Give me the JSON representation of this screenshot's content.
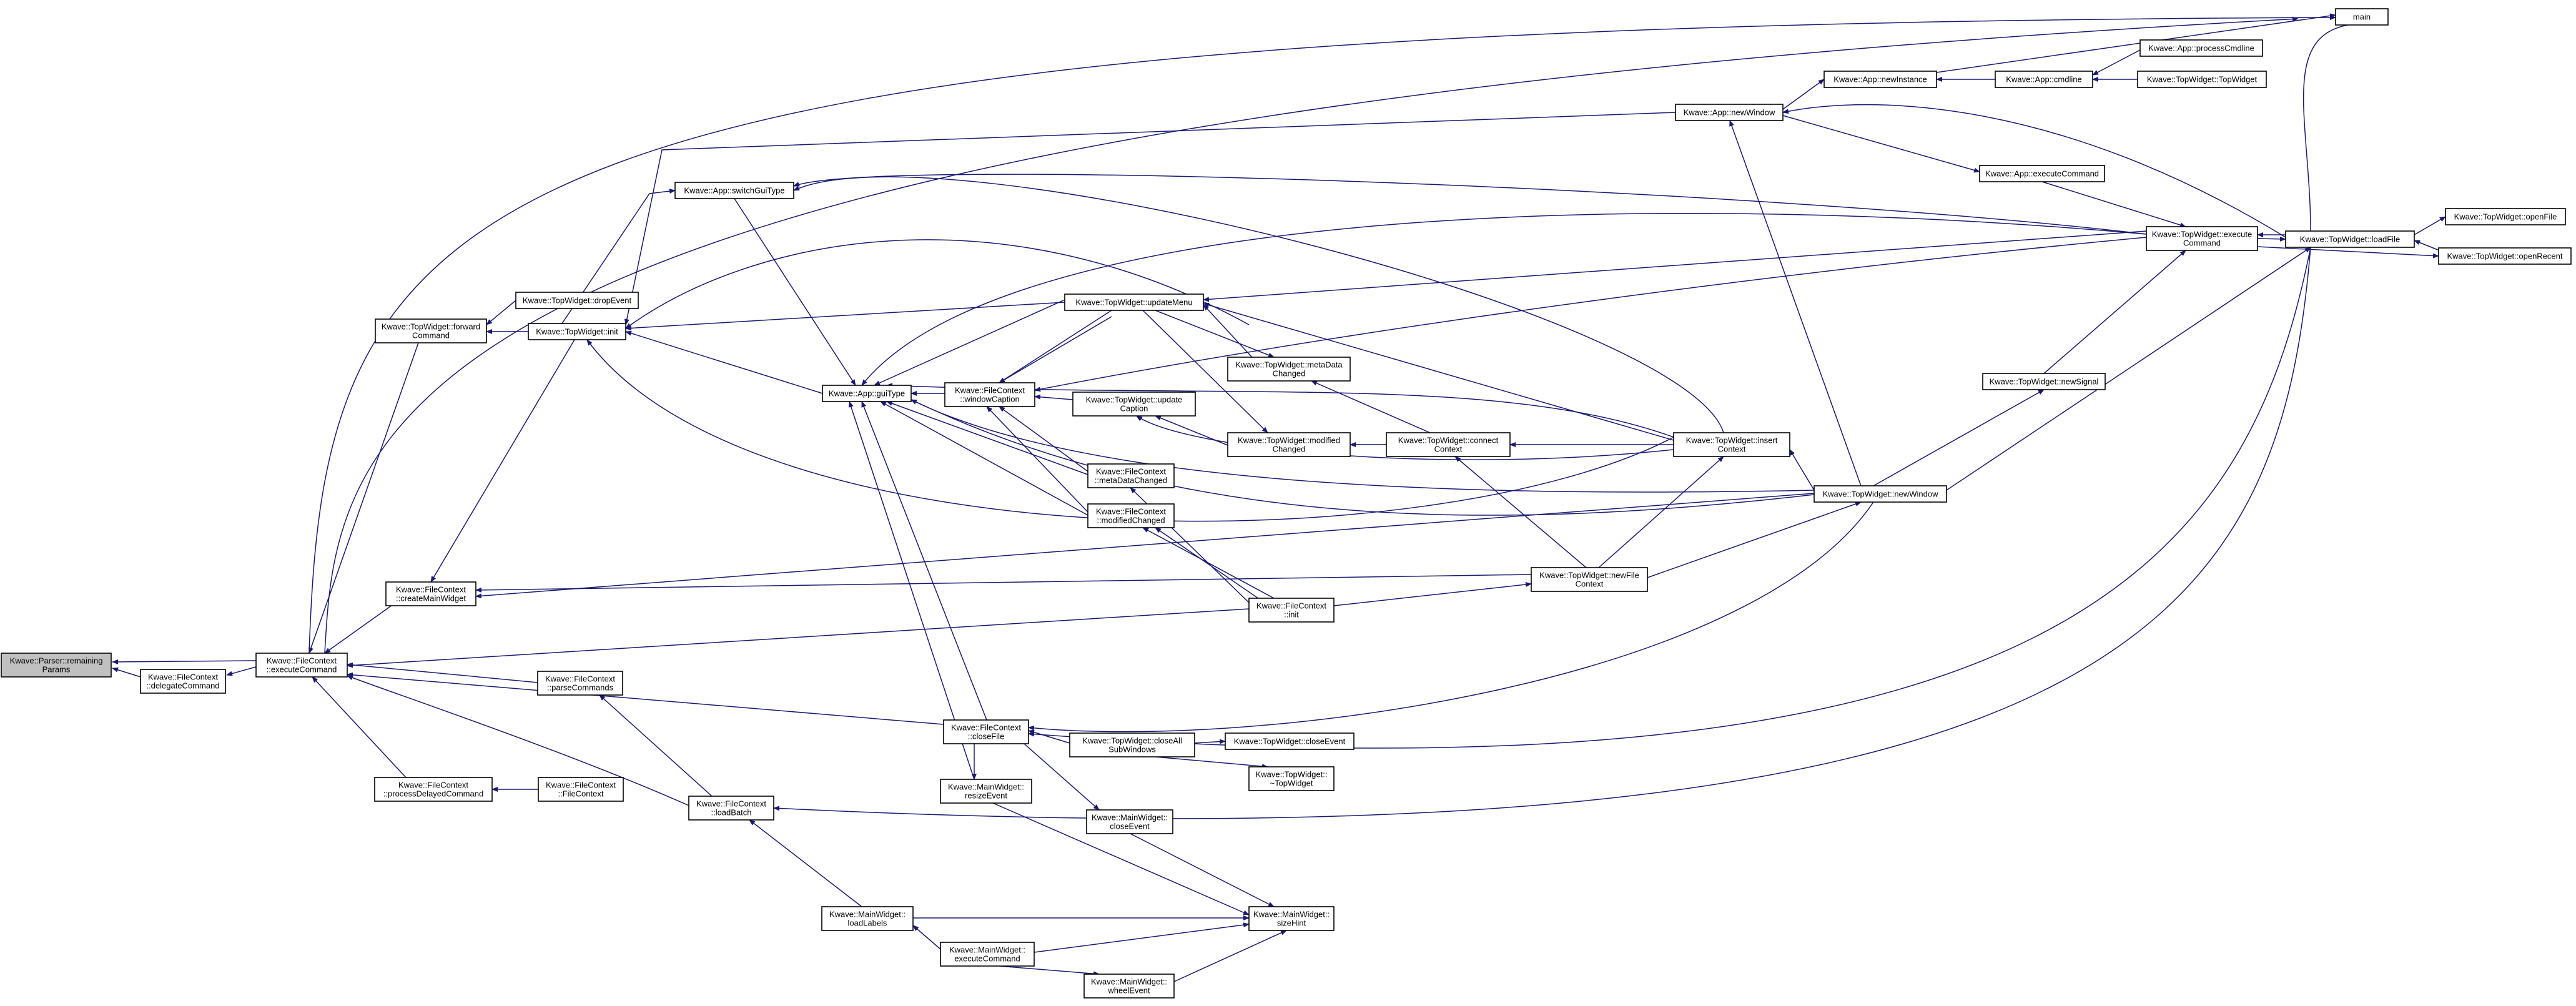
{
  "graph": {
    "edge_color": "#191970",
    "root_fill": "#c0c0c0",
    "nodes": {
      "remaining_params": {
        "lines": [
          "Kwave::Parser::remaining",
          "Params"
        ]
      },
      "delegate_command": {
        "lines": [
          "Kwave::FileContext",
          "::delegateCommand"
        ]
      },
      "fc_execute_command": {
        "lines": [
          "Kwave::FileContext",
          "::executeCommand"
        ]
      },
      "tw_forward_command": {
        "lines": [
          "Kwave::TopWidget::forward",
          "Command"
        ]
      },
      "fc_create_main_widget": {
        "lines": [
          "Kwave::FileContext",
          "::createMainWidget"
        ]
      },
      "fc_parse_commands": {
        "lines": [
          "Kwave::FileContext",
          "::parseCommands"
        ]
      },
      "fc_process_delayed": {
        "lines": [
          "Kwave::FileContext",
          "::processDelayedCommand"
        ]
      },
      "fc_filecontext": {
        "lines": [
          "Kwave::FileContext",
          "::FileContext"
        ]
      },
      "tw_drop_event": {
        "lines": [
          "Kwave::TopWidget::dropEvent"
        ]
      },
      "tw_init": {
        "lines": [
          "Kwave::TopWidget::init"
        ]
      },
      "app_switch_gui": {
        "lines": [
          "Kwave::App::switchGuiType"
        ]
      },
      "app_gui_type": {
        "lines": [
          "Kwave::App::guiType"
        ]
      },
      "fc_window_caption": {
        "lines": [
          "Kwave::FileContext",
          "::windowCaption"
        ]
      },
      "tw_update_menu": {
        "lines": [
          "Kwave::TopWidget::updateMenu"
        ]
      },
      "tw_update_caption": {
        "lines": [
          "Kwave::TopWidget::update",
          "Caption"
        ]
      },
      "tw_metadata_changed": {
        "lines": [
          "Kwave::TopWidget::metaData",
          "Changed"
        ]
      },
      "tw_modified_changed": {
        "lines": [
          "Kwave::TopWidget::modified",
          "Changed"
        ]
      },
      "fc_metadata_changed": {
        "lines": [
          "Kwave::FileContext",
          "::metaDataChanged"
        ]
      },
      "fc_modified_changed": {
        "lines": [
          "Kwave::FileContext",
          "::modifiedChanged"
        ]
      },
      "fc_init": {
        "lines": [
          "Kwave::FileContext",
          "::init"
        ]
      },
      "fc_close_file": {
        "lines": [
          "Kwave::FileContext",
          "::closeFile"
        ]
      },
      "fc_load_batch": {
        "lines": [
          "Kwave::FileContext",
          "::loadBatch"
        ]
      },
      "mw_resize_event": {
        "lines": [
          "Kwave::MainWidget::",
          "resizeEvent"
        ]
      },
      "mw_close_event": {
        "lines": [
          "Kwave::MainWidget::",
          "closeEvent"
        ]
      },
      "mw_load_labels": {
        "lines": [
          "Kwave::MainWidget::",
          "loadLabels"
        ]
      },
      "mw_execute_command": {
        "lines": [
          "Kwave::MainWidget::",
          "executeCommand"
        ]
      },
      "mw_wheel_event": {
        "lines": [
          "Kwave::MainWidget::",
          "wheelEvent"
        ]
      },
      "mw_size_hint": {
        "lines": [
          "Kwave::MainWidget::",
          "sizeHint"
        ]
      },
      "tw_close_all": {
        "lines": [
          "Kwave::TopWidget::closeAll",
          "SubWindows"
        ]
      },
      "tw_close_event": {
        "lines": [
          "Kwave::TopWidget::closeEvent"
        ]
      },
      "tw_destructor": {
        "lines": [
          "Kwave::TopWidget::",
          "~TopWidget"
        ]
      },
      "tw_connect_context": {
        "lines": [
          "Kwave::TopWidget::connect",
          "Context"
        ]
      },
      "tw_new_file_context": {
        "lines": [
          "Kwave::TopWidget::newFile",
          "Context"
        ]
      },
      "tw_insert_context": {
        "lines": [
          "Kwave::TopWidget::insert",
          "Context"
        ]
      },
      "tw_new_window": {
        "lines": [
          "Kwave::TopWidget::newWindow"
        ]
      },
      "app_new_window": {
        "lines": [
          "Kwave::App::newWindow"
        ]
      },
      "app_new_instance": {
        "lines": [
          "Kwave::App::newInstance"
        ]
      },
      "app_cmdline": {
        "lines": [
          "Kwave::App::cmdline"
        ]
      },
      "app_process_cmdline": {
        "lines": [
          "Kwave::App::processCmdline"
        ]
      },
      "tw_topwidget": {
        "lines": [
          "Kwave::TopWidget::TopWidget"
        ]
      },
      "app_execute_command": {
        "lines": [
          "Kwave::App::executeCommand"
        ]
      },
      "tw_execute_command": {
        "lines": [
          "Kwave::TopWidget::execute",
          "Command"
        ]
      },
      "tw_load_file": {
        "lines": [
          "Kwave::TopWidget::loadFile"
        ]
      },
      "tw_open_file": {
        "lines": [
          "Kwave::TopWidget::openFile"
        ]
      },
      "tw_open_recent": {
        "lines": [
          "Kwave::TopWidget::openRecent"
        ]
      },
      "tw_new_signal": {
        "lines": [
          "Kwave::TopWidget::newSignal"
        ]
      },
      "main": {
        "lines": [
          "main"
        ]
      }
    }
  }
}
